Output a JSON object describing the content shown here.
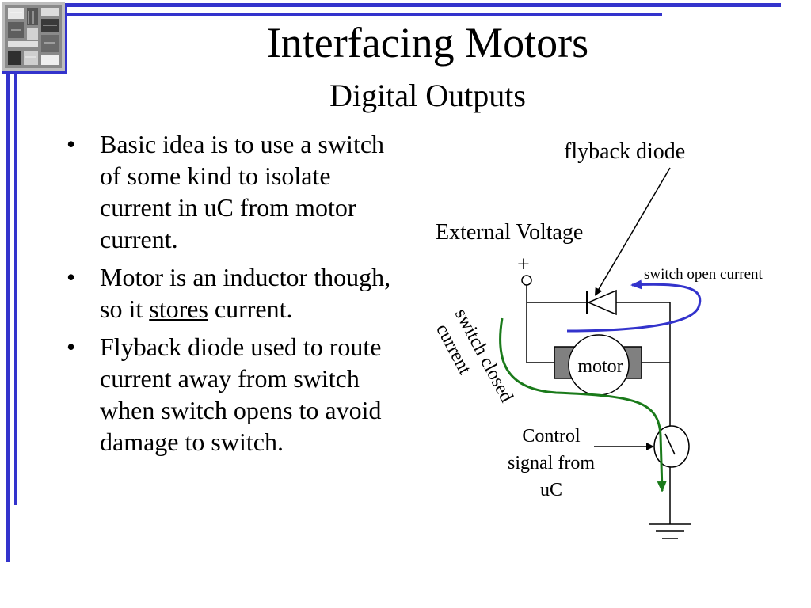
{
  "slide": {
    "title": "Interfacing Motors",
    "subtitle": "Digital Outputs"
  },
  "bullets": [
    {
      "before": "Basic idea is to use a switch of some kind to isolate current in uC from motor current.",
      "underlined": "",
      "after": ""
    },
    {
      "before": "Motor is an inductor though, so it ",
      "underlined": "stores",
      "after": " current."
    },
    {
      "before": "Flyback diode used to route current away from switch when switch opens to avoid damage to switch.",
      "underlined": "",
      "after": ""
    }
  ],
  "diagram": {
    "flyback_label": "flyback diode",
    "external_voltage_label": "External Voltage",
    "plus_sign": "+",
    "switch_open_label": "switch open current",
    "switch_closed_label_line1": "switch closed",
    "switch_closed_label_line2": "current",
    "motor_label": "motor",
    "control_label_line1": "Control",
    "control_label_line2": "signal from",
    "control_label_line3": "uC"
  },
  "colors": {
    "frame": "#3333cc",
    "switch_open_arrow": "#3333cc",
    "switch_closed_arrow": "#1a7a1a",
    "motor_magnet": "#808080"
  },
  "icons": {
    "logo": "microchip-die-icon",
    "bullet": "bullet-dot-icon"
  }
}
